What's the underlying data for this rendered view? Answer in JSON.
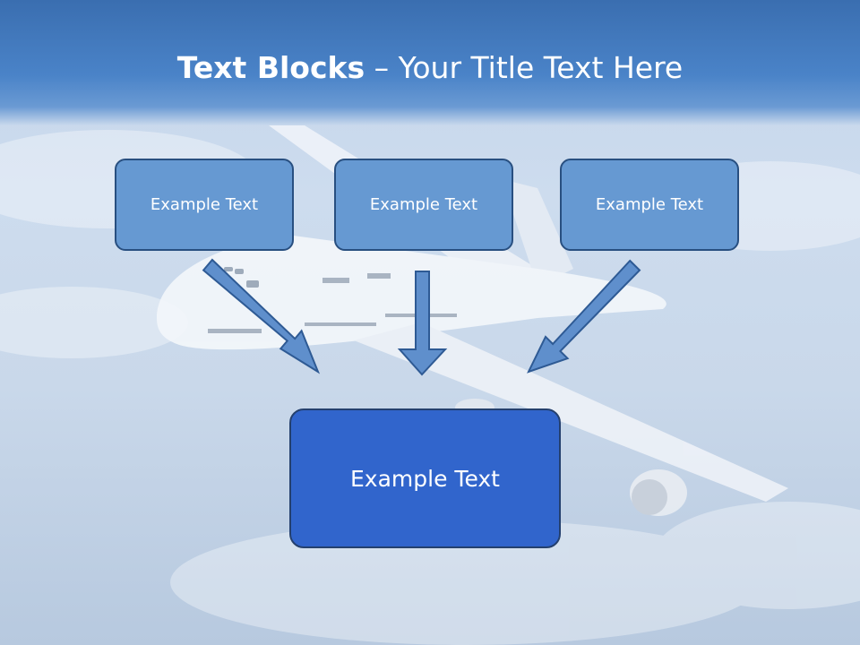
{
  "title": {
    "bold": "Text Blocks",
    "rest": " – Your Title Text Here"
  },
  "blocks": {
    "top": [
      "Example Text",
      "Example Text",
      "Example Text"
    ],
    "bottom": "Example Text"
  },
  "colors": {
    "header": "#4a83c8",
    "small_box_fill": "#6699d2",
    "small_box_border": "#284f80",
    "big_box_fill": "#3165cc",
    "arrow_fill": "#5f8fcc",
    "arrow_stroke": "#2e5a94"
  }
}
